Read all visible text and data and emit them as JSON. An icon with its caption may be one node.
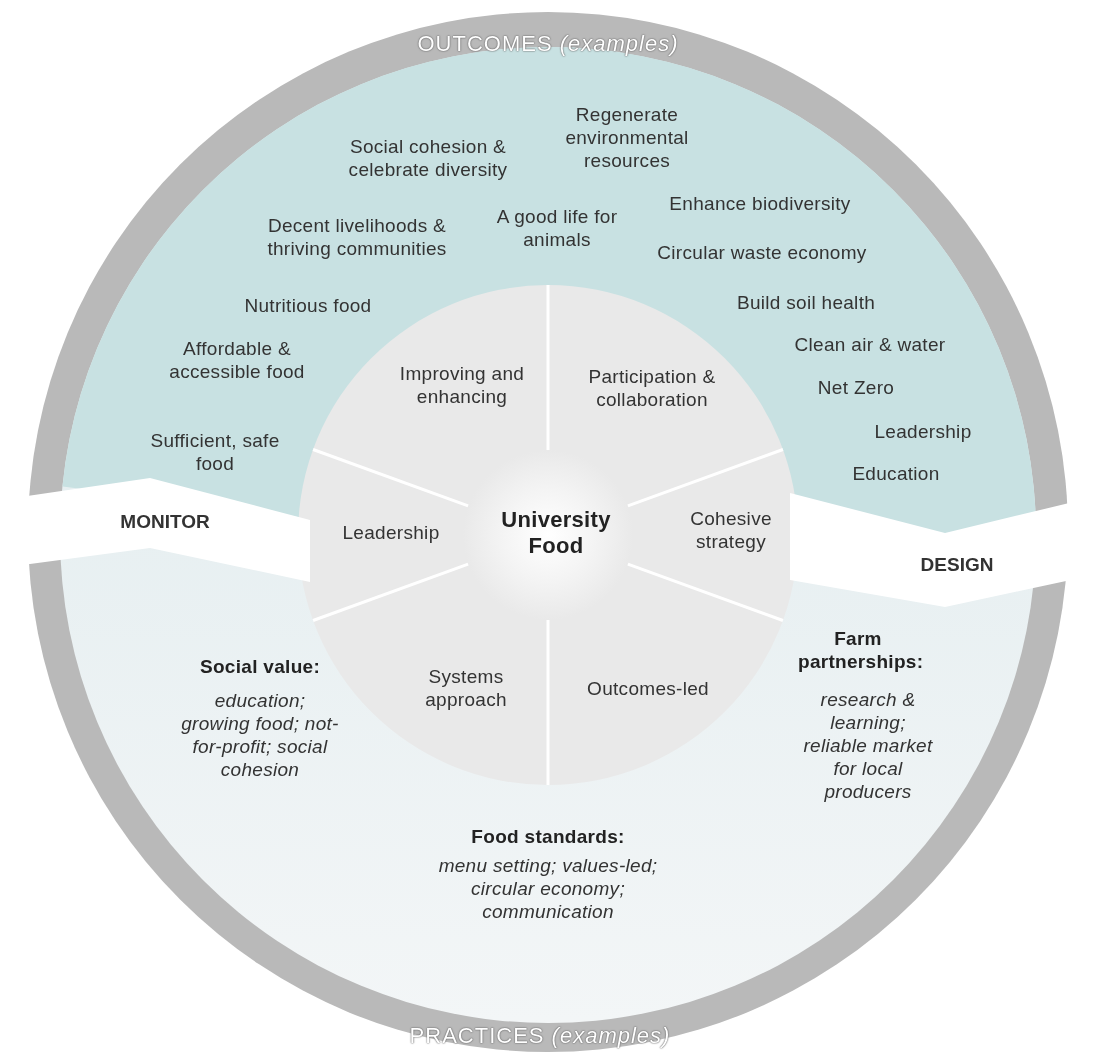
{
  "diagram": {
    "nodes": [
      {
        "text": [
          "OUTCOMES *(examples)*",
          "PRACTICES *(examples)*"
        ]
      },
      {
        "text": [
          "University Food"
        ],
        "in": 0
      },
      {
        "text": [
          "MONITOR"
        ]
      },
      {
        "text": [
          "DESIGN"
        ]
      }
    ],
    "edges": [],
    "labels": [
      "Regenerate environmental resources",
      "Social cohesion & celebrate diversity",
      "Decent livelihoods & thriving communities",
      "A good life for animals",
      "Enhance biodiversity",
      "Circular waste economy",
      "Nutritious food",
      "Build soil health",
      "Affordable & accessible food",
      "Clean air & water",
      "Net Zero",
      "Sufficient, safe food",
      "Leadership",
      "Education",
      "Improving and enhancing",
      "Participation & collaboration",
      "Leadership",
      "Cohesive strategy",
      "Systems approach",
      "Outcomes-led",
      "Social value:",
      "education; growing food; not-for-profit; social cohesion",
      "Farm partnerships:",
      "research & learning; reliable market for local producers",
      "Food standards:",
      "menu setting; values-led; circular economy; communication"
    ]
  }
}
